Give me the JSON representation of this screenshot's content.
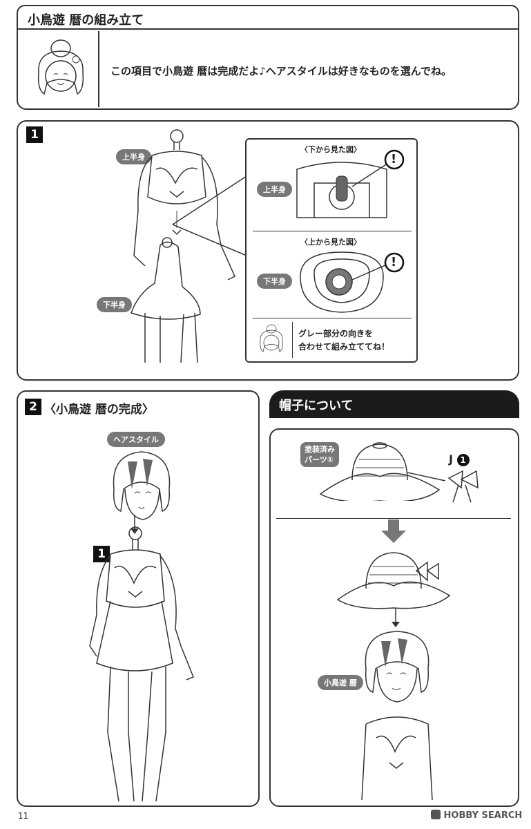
{
  "header": {
    "title": "小鳥遊 暦の組み立て",
    "intro_text": "この項目で小鳥遊 暦は完成だよ♪ヘアスタイルは好きなものを選んでね。"
  },
  "step1": {
    "number": "1",
    "label_upper": "上半身",
    "label_lower": "下半身",
    "view_bottom_title": "〈下から見た図〉",
    "view_bottom_label": "上半身",
    "view_top_title": "〈上から見た図〉",
    "view_top_label": "下半身",
    "note_line1": "グレー部分の向きを",
    "note_line2": "合わせて組み立ててね！",
    "warning_mark": "!"
  },
  "step2": {
    "number": "2",
    "title": "〈小鳥遊 暦の完成〉",
    "hair_label": "ヘアスタイル",
    "body_ref": "1"
  },
  "hat": {
    "title": "帽子について",
    "painted_label_line1": "塗装済み",
    "painted_label_line2": "パーツ①",
    "part_letter": "J",
    "part_number": "1",
    "character_label": "小鳥遊 暦"
  },
  "footer": {
    "page_number": "11",
    "watermark": "HOBBY SEARCH"
  }
}
